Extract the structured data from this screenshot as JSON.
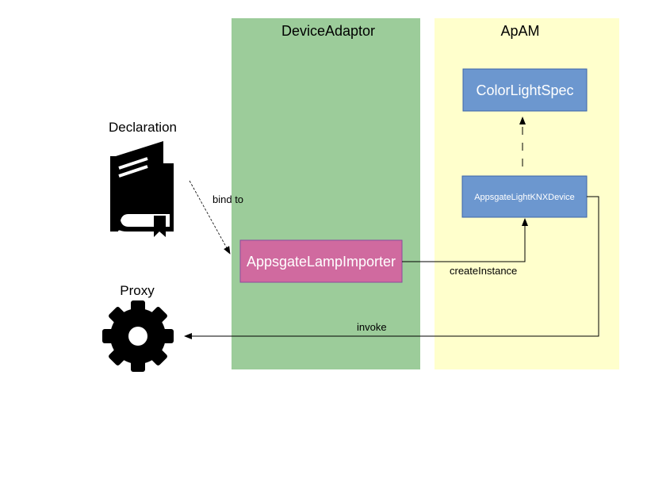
{
  "swimlanes": {
    "device_adaptor": {
      "title": "DeviceAdaptor",
      "color": "#9ccc9a"
    },
    "apam": {
      "title": "ApAM",
      "color": "#ffffcc"
    }
  },
  "nodes": {
    "declaration": {
      "label": "Declaration",
      "icon": "book-icon"
    },
    "proxy": {
      "label": "Proxy",
      "icon": "gear-icon"
    },
    "importer": {
      "label": "AppsgateLampImporter",
      "color": "#d06a9f"
    },
    "color_light_spec": {
      "label": "ColorLightSpec",
      "color": "#6c97cf"
    },
    "knx_device": {
      "label": "AppsgateLightKNXDevice",
      "color": "#6c97cf"
    }
  },
  "edges": {
    "bind_to": "bind to",
    "create_instance": "createInstance",
    "invoke": "invoke"
  }
}
